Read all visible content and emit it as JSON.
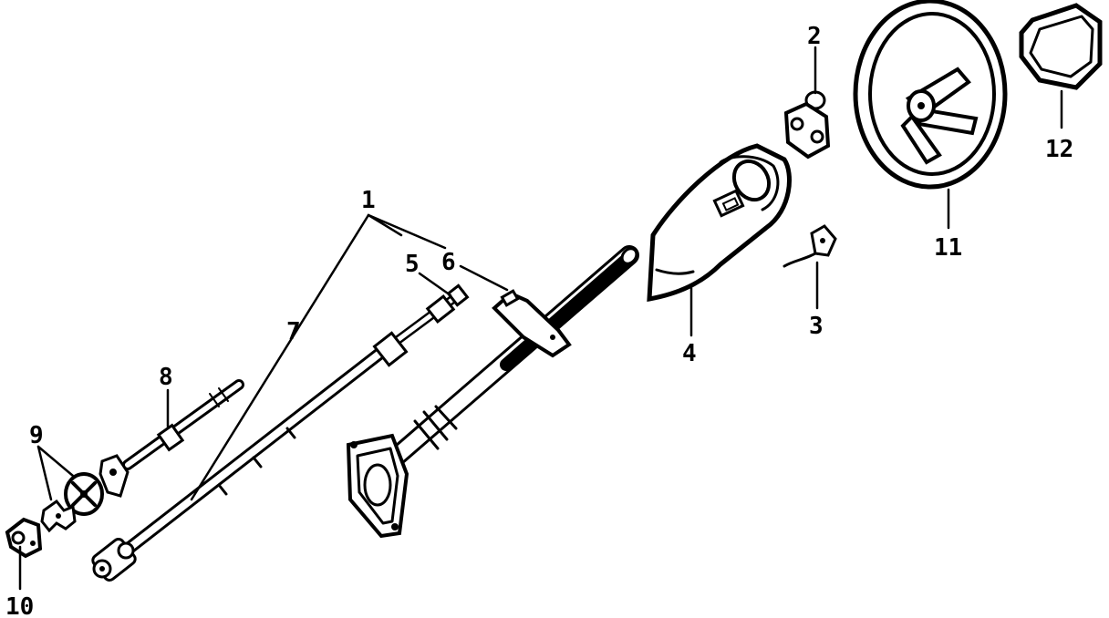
{
  "callouts": [
    {
      "id": "1",
      "text": "1"
    },
    {
      "id": "2",
      "text": "2"
    },
    {
      "id": "3",
      "text": "3"
    },
    {
      "id": "4",
      "text": "4"
    },
    {
      "id": "5",
      "text": "5"
    },
    {
      "id": "6",
      "text": "6"
    },
    {
      "id": "7",
      "text": "7"
    },
    {
      "id": "8",
      "text": "8"
    },
    {
      "id": "9",
      "text": "9"
    },
    {
      "id": "10",
      "text": "10"
    },
    {
      "id": "11",
      "text": "11"
    },
    {
      "id": "12",
      "text": "12"
    }
  ],
  "colors": {
    "ink": "#000000",
    "paper": "#ffffff"
  }
}
